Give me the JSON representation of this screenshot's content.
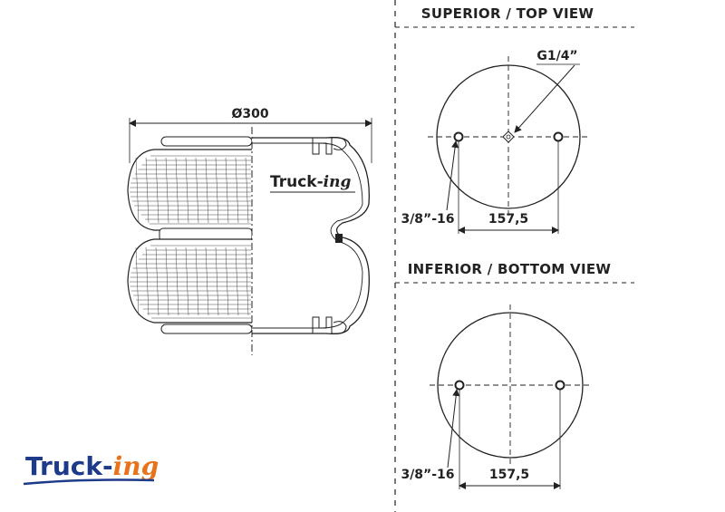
{
  "colors": {
    "ink": "#222222",
    "logo_blue": "#1e3a8a",
    "logo_orange": "#e8731a"
  },
  "side_view": {
    "diameter_label": "Ø300",
    "logo": {
      "truck": "Truck-",
      "ing": "ing"
    }
  },
  "top_view": {
    "heading": "SUPERIOR / TOP VIEW",
    "port_label": "G1/4”",
    "bolt_label": "3/8”-16",
    "spacing_label": "157,5"
  },
  "bottom_view": {
    "heading": "INFERIOR / BOTTOM VIEW",
    "bolt_label": "3/8”-16",
    "spacing_label": "157,5"
  },
  "brand_logo": {
    "truck": "Truck-",
    "ing": "ing"
  }
}
